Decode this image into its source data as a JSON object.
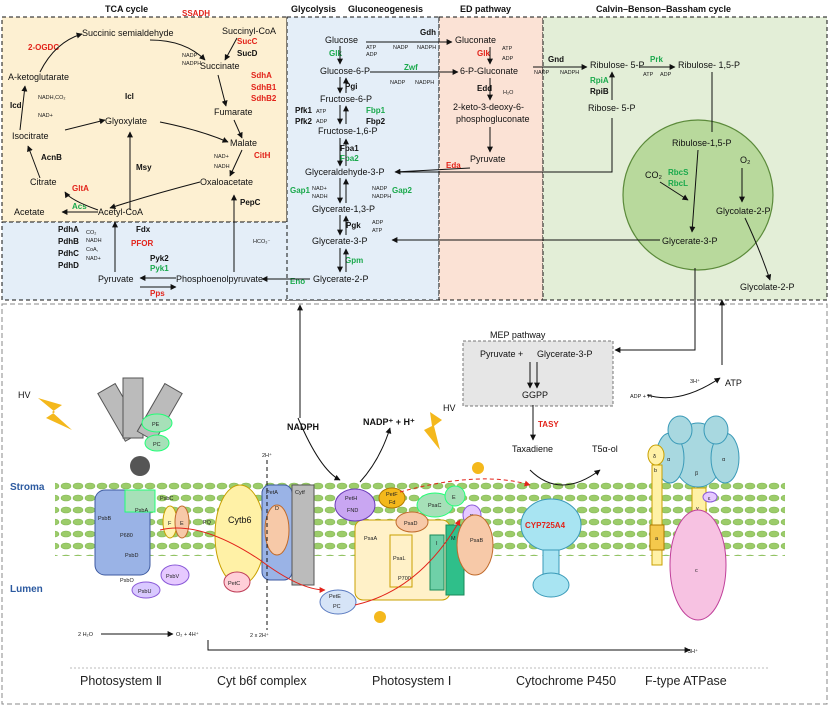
{
  "panels": {
    "tca": "TCA cycle",
    "glycolysis": "Glycolysis",
    "gluconeogenesis": "Gluconeogenesis",
    "ed": "ED pathway",
    "calvin": "Calvin–Benson–Bassham cycle",
    "mep": "MEP pathway"
  },
  "tca": {
    "succinic_semialdehyde": "Succinic semialdehyde",
    "succinyl_coa": "Succinyl-CoA",
    "succinate": "Succinate",
    "fumarate": "Fumarate",
    "malate": "Malate",
    "oxaloacetate": "Oxaloacetate",
    "citrate": "Citrate",
    "isocitrate": "Isocitrate",
    "akg": "A-ketoglutarate",
    "glyoxylate": "Glyoxylate",
    "acetyl_coa": "Acetyl-CoA",
    "acetate": "Acetate",
    "pyruvate": "Pyruvate",
    "pep": "Phosphoenolpyruvate",
    "hco3": "HCO₃⁻"
  },
  "glyco": {
    "glucose": "Glucose",
    "g6p": "Glucose-6-P",
    "f6p": "Fructose-6-P",
    "f16p": "Fructose-1,6-P",
    "gap": "Glyceraldehyde-3-P",
    "bpg": "Glycerate-1,3-P",
    "g3p": "Glycerate-3-P",
    "g2p": "Glycerate-2-P"
  },
  "ed": {
    "gluconate": "Gluconate",
    "p6g": "6-P-Gluconate",
    "kdpg1": "2-keto-3-deoxy-6-",
    "kdpg2": "phosphogluconate",
    "pyruvate": "Pyruvate"
  },
  "calvin": {
    "ribulose5p": "Ribulose- 5-P",
    "ribulose15p": "Ribulose- 1,5-P",
    "ribose5p": "Ribose- 5-P",
    "c_ribulose15p": "Ribulose-1,5-P",
    "co2": "CO₂",
    "o2": "O₂",
    "glycolate2p": "Glycolate-2-P",
    "glycerate3p": "Glycerate-3-P",
    "glycolate2p_out": "Glycolate-2-P"
  },
  "mep": {
    "pyruvate": "Pyruvate +",
    "glycerate": "Glycerate-3-P",
    "ggpp": "GGPP",
    "tasy": "TASY",
    "taxadiene": "Taxadiene",
    "t5": "T5α-ol"
  },
  "enzymes_red": {
    "ssadh": "SSADH",
    "ogdc": "2-OGDC",
    "succ": "SucC",
    "sdha": "SdhA",
    "sdhb1": "SdhB1",
    "sdhb2": "SdhB2",
    "cith": "CitH",
    "glta": "GltA",
    "pfor": "PFOR",
    "pps": "Pps",
    "glk": "Glk",
    "eda": "Eda"
  },
  "enzymes_green": {
    "glk": "Glk",
    "zwf": "Zwf",
    "fbp1": "Fbp1",
    "fba2": "Fba2",
    "gap1": "Gap1",
    "gap2": "Gap2",
    "gpm": "Gpm",
    "eno": "Eno",
    "pyk1": "Pyk1",
    "acs": "Acs",
    "prk": "Prk",
    "rpia": "RpiA",
    "rbcs": "RbcS",
    "rbcl": "RbcL"
  },
  "enzymes_black": {
    "sucd": "SucD",
    "icd": "Icd",
    "icl": "Icl",
    "msy": "Msy",
    "acnb": "AcnB",
    "pepc": "PepC",
    "pdha": "PdhA",
    "pdhb": "PdhB",
    "pdhc": "PdhC",
    "pdhd": "PdhD",
    "fdx": "Fdx",
    "pyk2": "Pyk2",
    "gdh": "Gdh",
    "pgi": "Pgi",
    "pfk1": "Pfk1",
    "pfk2": "Pfk2",
    "fbp2": "Fbp2",
    "fba1": "Fba1",
    "pgk": "Pgk",
    "edd": "Edd",
    "gnd": "Gnd",
    "rpib": "RpiB"
  },
  "cofactors": {
    "nadp": "NADP",
    "nadph": "NADPH",
    "nad": "NAD+",
    "nadh": "NADH",
    "atp": "ATP",
    "adp": "ADP",
    "h2o": "H₂O",
    "nadh_co2": "NADH,CO₂",
    "co2": "CO₂",
    "coa": "CoA,"
  },
  "membrane": {
    "stroma": "Stroma",
    "lumen": "Lumen",
    "hv1": "HV",
    "hv2": "HV",
    "nadph": "NADPH",
    "nadp_h": "NADP⁺ + H⁺",
    "two_h_top": "2H⁺",
    "three_h_top": "3H⁺",
    "atp": "ATP",
    "adp_pi": "ADP + Pi",
    "water": "2 H₂O",
    "o2_4h": "O₂ + 4H⁺",
    "two_x_2h": "2 x 2H⁺",
    "three_h_bottom": "3H⁺",
    "psii": {
      "pe": "PE",
      "pc": "PC",
      "psbc": "PsbC",
      "psbb": "PsbB",
      "psba": "PsbA",
      "p680": "P680",
      "psbd": "PsbD",
      "psbo": "PsbO",
      "psbv": "PsbV",
      "psbu": "PsbU",
      "f": "F",
      "e": "E",
      "pq": "PQ"
    },
    "b6f": {
      "cytb6": "Cytb6",
      "peta": "PetA",
      "d": "D",
      "cytf": "Cytf",
      "petc": "PetC"
    },
    "psi": {
      "peth": "PetH",
      "fnd": "FND",
      "petf": "PetF",
      "fd": "Fd",
      "psac": "PsaC",
      "e": "E",
      "f": "F",
      "psaa": "PsaA",
      "psad": "PsaD",
      "psal": "PsaL",
      "i": "I",
      "m": "M",
      "psab": "PsaB",
      "p700": "P700",
      "pete": "PetE",
      "pc": "PC"
    },
    "cyp": "CYP725A4",
    "atpase": {
      "delta": "δ",
      "alpha1": "α",
      "beta": "β",
      "alpha2": "α",
      "b": "b",
      "gamma": "γ",
      "epsilon": "ε",
      "a": "a",
      "c": "c"
    }
  },
  "bottom_labels": [
    "Photosystem Ⅱ",
    "Cyt b6f complex",
    "Photosystem Ⅰ",
    "Cytochrome P450",
    "F-type ATPase"
  ],
  "colors": {
    "tca_bg": "#fdf0d2",
    "glyco_bg": "#e4eef8",
    "ed_bg": "#fbe2d5",
    "calvin_bg": "#e3eed7",
    "calvin_circle": "#b8d99c",
    "membrane": "#9ccc6a",
    "red": "#e2231a",
    "green": "#1aa94c"
  }
}
